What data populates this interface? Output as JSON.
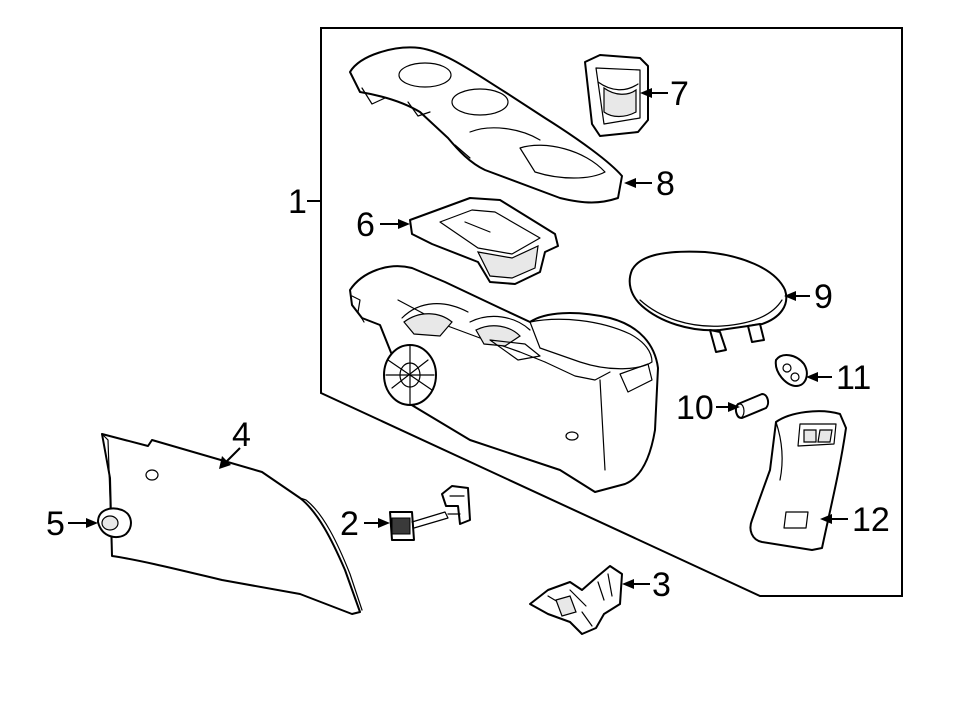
{
  "callouts": [
    {
      "id": "1",
      "label": "1",
      "part": "console-assembly"
    },
    {
      "id": "2",
      "label": "2",
      "part": "bracket-with-bolt"
    },
    {
      "id": "3",
      "label": "3",
      "part": "mounting-bracket"
    },
    {
      "id": "4",
      "label": "4",
      "part": "side-trim-panel"
    },
    {
      "id": "5",
      "label": "5",
      "part": "push-retainer-clip"
    },
    {
      "id": "6",
      "label": "6",
      "part": "storage-tray"
    },
    {
      "id": "7",
      "label": "7",
      "part": "cup-holder-insert"
    },
    {
      "id": "8",
      "label": "8",
      "part": "upper-trim-bezel"
    },
    {
      "id": "9",
      "label": "9",
      "part": "armrest-lid"
    },
    {
      "id": "10",
      "label": "10",
      "part": "hinge-pin"
    },
    {
      "id": "11",
      "label": "11",
      "part": "bumper-stop"
    },
    {
      "id": "12",
      "label": "12",
      "part": "rear-trim-panel"
    }
  ],
  "colors": {
    "line": "#000000",
    "background": "#ffffff"
  }
}
